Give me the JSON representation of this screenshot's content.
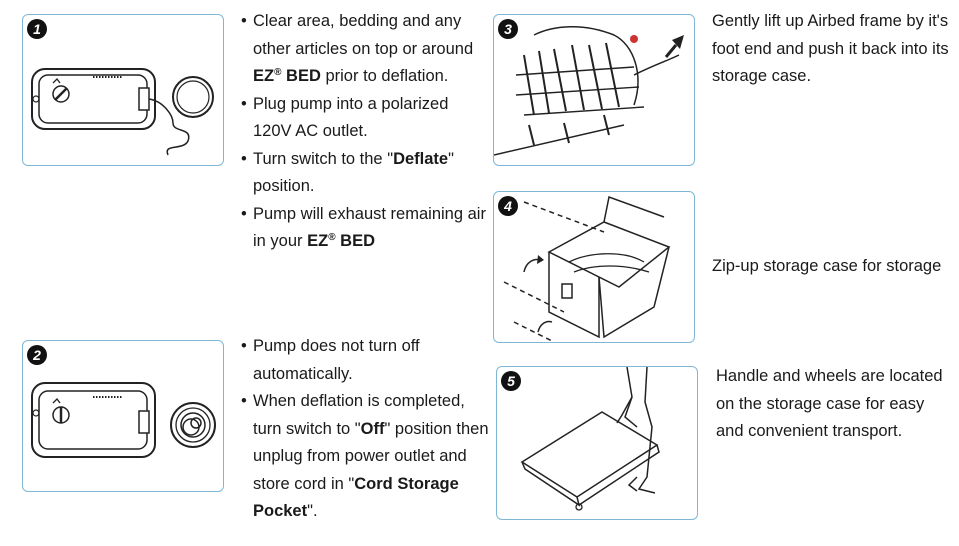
{
  "steps": [
    {
      "num": "1"
    },
    {
      "num": "2"
    },
    {
      "num": "3"
    },
    {
      "num": "4"
    },
    {
      "num": "5"
    }
  ],
  "step1": {
    "b1_a": "Clear area, bedding and any other articles on top or around ",
    "brand": "EZ",
    "reg": "®",
    "bed": " BED",
    "b1_b": " prior to deflation.",
    "b2": "Plug pump into a polarized 120V AC outlet.",
    "b3_a": "Turn switch to the \"",
    "b3_bold": "Deflate",
    "b3_b": "\" position.",
    "b4_a": "Pump will exhaust remaining air in your "
  },
  "step2": {
    "b1": "Pump does not turn off automatically.",
    "b2_a": "When deflation is completed, turn switch to \"",
    "b2_bold": "Off",
    "b2_b": "\" position then unplug from power outlet and store cord in \"",
    "b2_bold2": "Cord Storage Pocket",
    "b2_c": "\"."
  },
  "step3": {
    "caption": "Gently lift up Airbed frame by it's foot end and push it back into its storage case."
  },
  "step4": {
    "caption": "Zip-up storage case for storage"
  },
  "step5": {
    "caption": "Handle and wheels are located on the storage case for easy and convenient transport."
  }
}
